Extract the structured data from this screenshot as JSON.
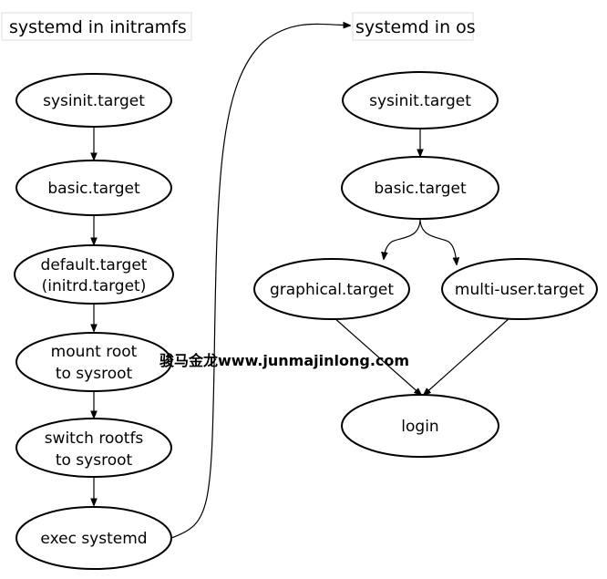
{
  "left_panel": {
    "title": "systemd in initramfs",
    "nodes": {
      "sysinit": [
        "sysinit.target"
      ],
      "basic": [
        "basic.target"
      ],
      "default": [
        "default.target",
        "(initrd.target)"
      ],
      "mount": [
        "mount root",
        "to sysroot"
      ],
      "switch": [
        "switch rootfs",
        "to sysroot"
      ],
      "exec": [
        "exec systemd"
      ]
    }
  },
  "right_panel": {
    "title": "systemd in os",
    "nodes": {
      "sysinit": [
        "sysinit.target"
      ],
      "basic": [
        "basic.target"
      ],
      "graphical": [
        "graphical.target"
      ],
      "multiuser": [
        "multi-user.target"
      ],
      "login": [
        "login"
      ]
    }
  },
  "watermark": "骏马金龙www.junmajinlong.com",
  "colors": {
    "stroke": "#000000",
    "fill": "#ffffff",
    "watermark": "#e00000"
  }
}
